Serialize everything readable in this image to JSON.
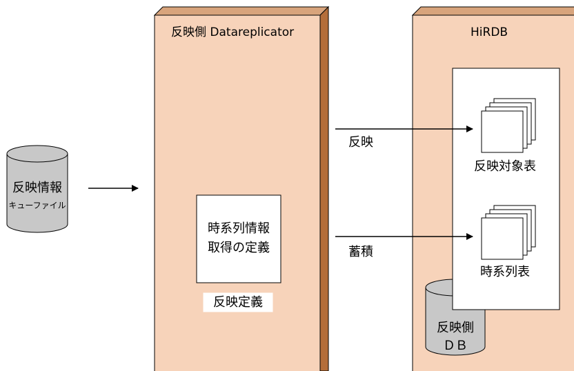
{
  "colors": {
    "box_fill": "#f7d3ba",
    "box_side": "#b46e3a",
    "box_top": "#d8a47c",
    "cylinder_fill": "#c8c8c8",
    "line": "#000000",
    "white": "#ffffff"
  },
  "queue_file": {
    "line1": "反映情報",
    "line2": "キューファイル"
  },
  "replicator": {
    "title": "反映側 Datareplicator",
    "definition_line1": "時系列情報",
    "definition_line2": "取得の定義",
    "definition_caption": "反映定義"
  },
  "hirdb": {
    "title": "HiRDB",
    "target_table_label": "反映対象表",
    "timeseries_table_label": "時系列表",
    "db_line1": "反映側",
    "db_line2": "ＤＢ"
  },
  "arrows": {
    "reflect_label": "反映",
    "accumulate_label": "蓄積"
  }
}
